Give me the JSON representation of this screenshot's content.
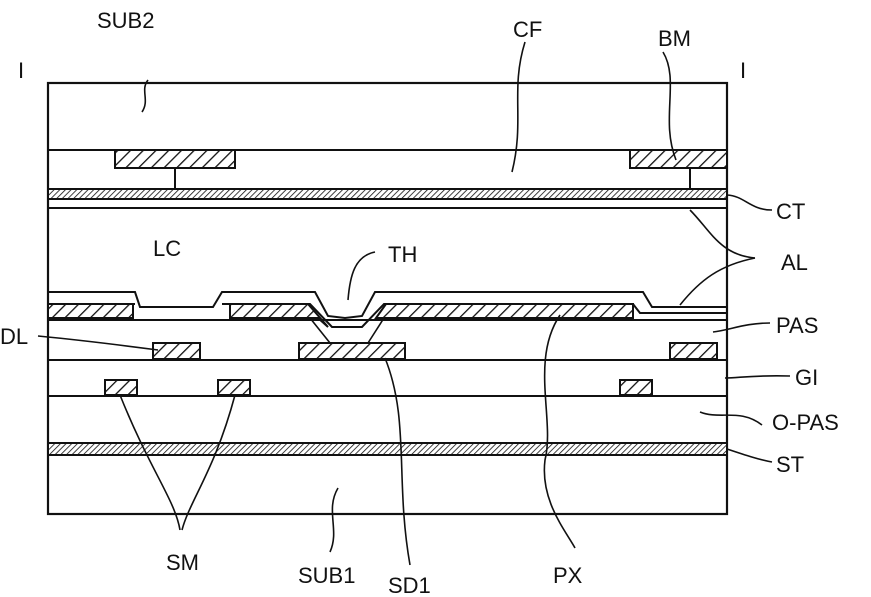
{
  "labels": {
    "section_left": "I",
    "section_right": "I",
    "sub2": "SUB2",
    "cf": "CF",
    "bm": "BM",
    "ct": "CT",
    "lc": "LC",
    "th": "TH",
    "al": "AL",
    "dl": "DL",
    "pas": "PAS",
    "gi": "GI",
    "opas": "O-PAS",
    "st": "ST",
    "sm": "SM",
    "sub1": "SUB1",
    "sd1": "SD1",
    "px": "PX"
  }
}
